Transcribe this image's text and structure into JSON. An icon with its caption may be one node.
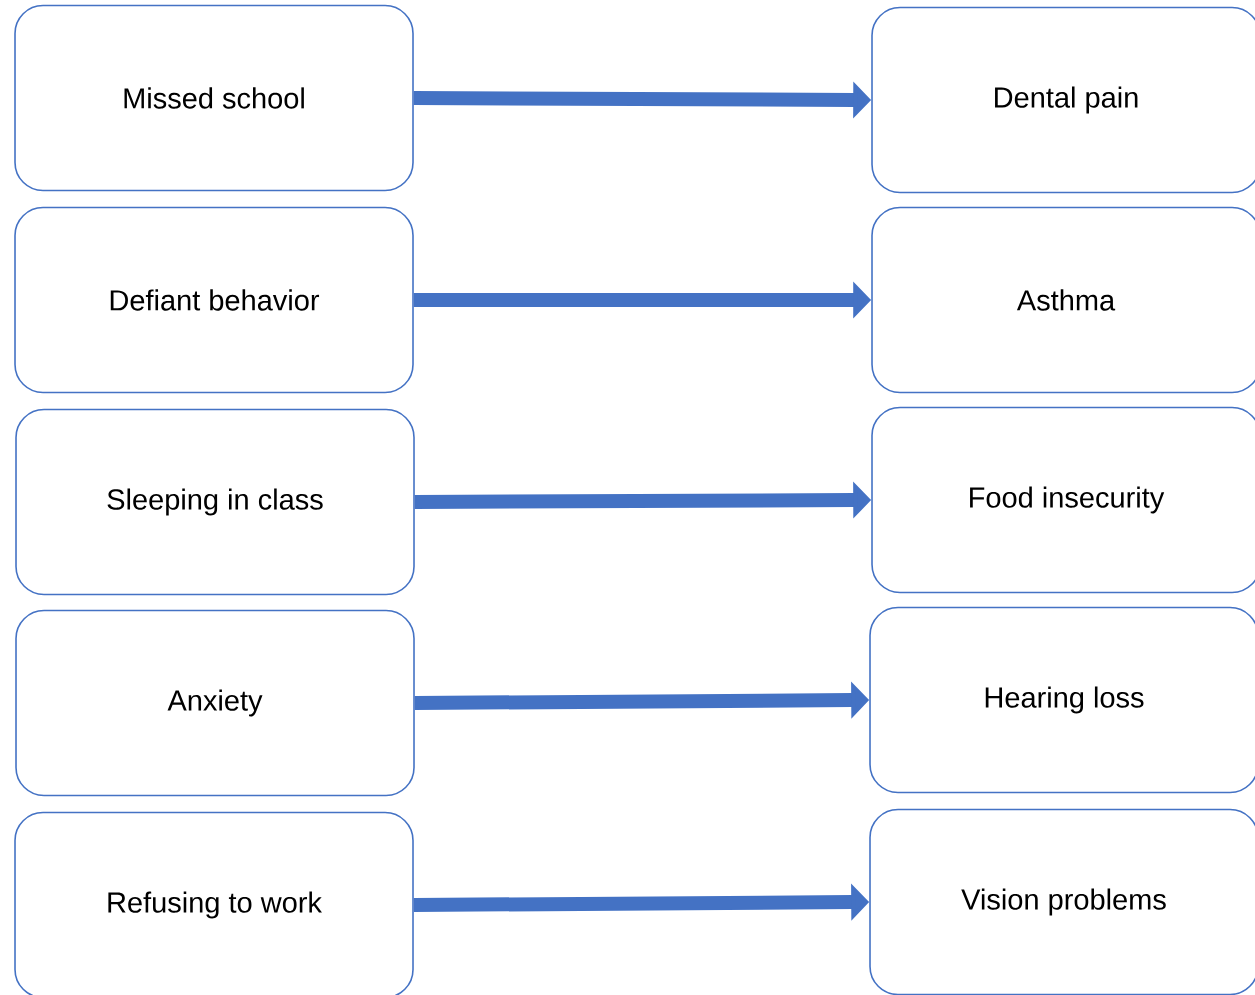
{
  "diagram": {
    "nodes": [
      {
        "text": [
          "Missed school"
        ]
      },
      {
        "text": [
          "Defiant behavior"
        ]
      },
      {
        "text": [
          "Sleeping in class"
        ]
      },
      {
        "text": [
          "Anxiety"
        ]
      },
      {
        "text": [
          "Refusing to work"
        ]
      },
      {
        "text": [
          "Dental pain"
        ]
      },
      {
        "text": [
          "Asthma"
        ]
      },
      {
        "text": [
          "Food insecurity"
        ]
      },
      {
        "text": [
          "Hearing loss"
        ]
      },
      {
        "text": [
          "Vision problems"
        ]
      }
    ],
    "edges": [
      {
        "from": 0,
        "to": 5,
        "arrow": "to"
      },
      {
        "from": 1,
        "to": 6,
        "arrow": "to"
      },
      {
        "from": 2,
        "to": 7,
        "arrow": "to"
      },
      {
        "from": 3,
        "to": 8,
        "arrow": "to"
      },
      {
        "from": 4,
        "to": 9,
        "arrow": "to"
      }
    ]
  }
}
